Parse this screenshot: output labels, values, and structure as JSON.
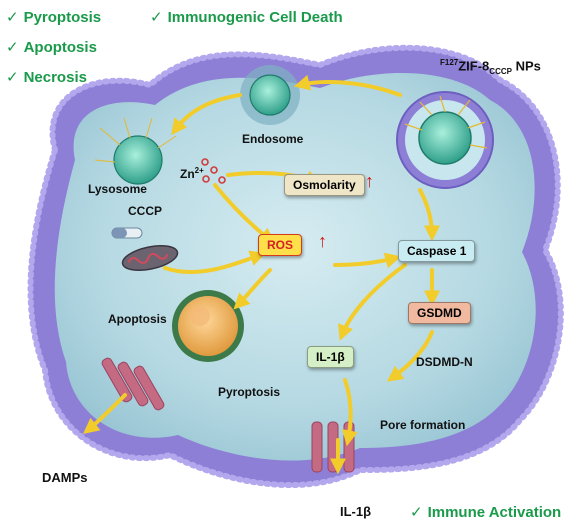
{
  "legend": {
    "items": [
      {
        "check": "✓",
        "text": "Pyroptosis"
      },
      {
        "check": "✓",
        "text": "Immunogenic Cell Death"
      },
      {
        "check": "✓",
        "text": "Apoptosis"
      },
      {
        "check": "✓",
        "text": "Necrosis"
      }
    ]
  },
  "nanoparticle": {
    "sup": "F127",
    "main": "ZIF-8",
    "sub": "CCCP",
    "tail": " NPs"
  },
  "labels": {
    "endosome": "Endosome",
    "lysosome": "Lysosome",
    "zn": "Zn",
    "zn_charge": "2+",
    "cccp": "CCCP",
    "apoptosis": "Apoptosis",
    "pyroptosis": "Pyroptosis",
    "dsdmd_n": "DSDMD-N",
    "pore_formation": "Pore formation",
    "damps": "DAMPs",
    "il1b_out": "IL-1β"
  },
  "boxes": {
    "osmolarity": "Osmolarity",
    "ros": "ROS",
    "caspase": "Caspase 1",
    "gsdmd": "GSDMD",
    "il1b": "IL-1β"
  },
  "up_arrow": "↑",
  "footer": {
    "check": "✓",
    "text": "Immune Activation"
  },
  "colors": {
    "legend_green": "#1a9a4a",
    "membrane": "#8d7fd6",
    "cytoplasm": "#b9dde6",
    "arrow_yellow": "#f2cc2a",
    "up_arrow_red": "#d21212",
    "pore_pink": "#c46a82"
  }
}
